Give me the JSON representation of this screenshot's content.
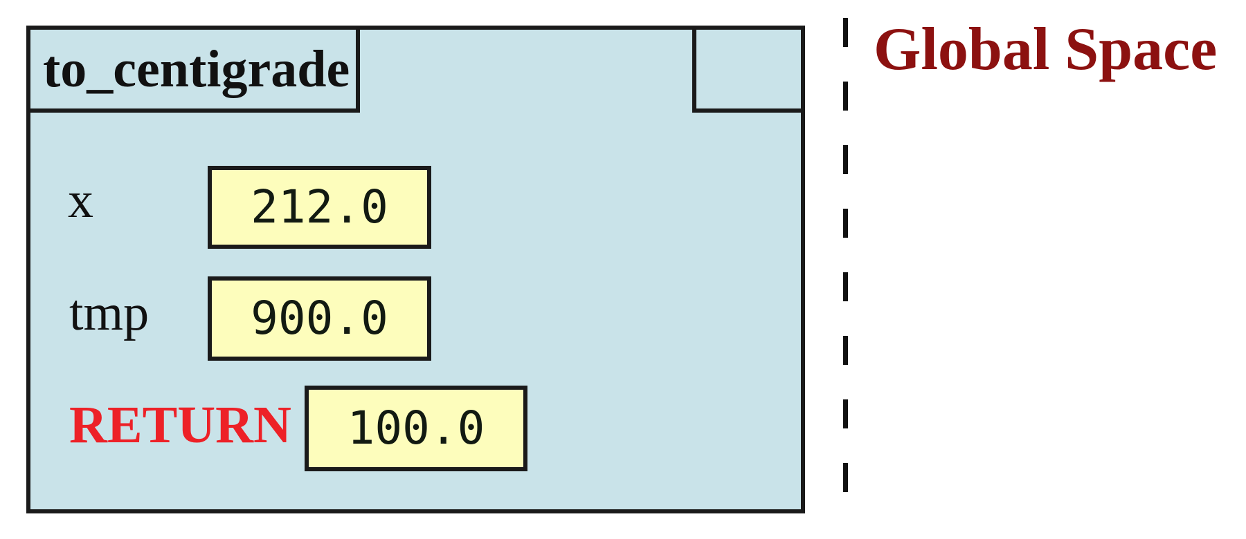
{
  "frame": {
    "name": "to_centigrade",
    "variables": [
      {
        "name": "x",
        "value": "212.0"
      },
      {
        "name": "tmp",
        "value": "900.0"
      }
    ],
    "return_slot": {
      "label": "RETURN",
      "value": "100.0"
    }
  },
  "right_panel": {
    "title": "Global Space"
  },
  "colors": {
    "frame_fill": "#c9e3e9",
    "value_box_fill": "#fdfdbc",
    "border": "#1a1a1a",
    "return_label_red": "#ed2127",
    "global_title_maroon": "#8c1110"
  }
}
